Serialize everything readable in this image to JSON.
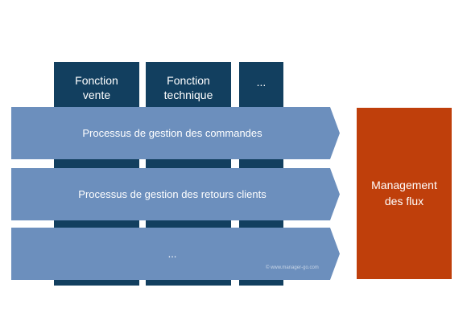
{
  "columns": [
    {
      "label": "Fonction\nvente"
    },
    {
      "label": "Fonction\ntechnique"
    },
    {
      "label": "..."
    }
  ],
  "processes": [
    {
      "label": "Processus de gestion des commandes"
    },
    {
      "label": "Processus de gestion des retours clients"
    },
    {
      "label": "..."
    }
  ],
  "watermark": "© www.manager-go.com",
  "flux": {
    "label": "Management\ndes flux"
  },
  "colors": {
    "function_column": "#123f5f",
    "process_arrow": "#6c8fbd",
    "flux_box": "#bf3f0b",
    "text": "#ffffff"
  }
}
